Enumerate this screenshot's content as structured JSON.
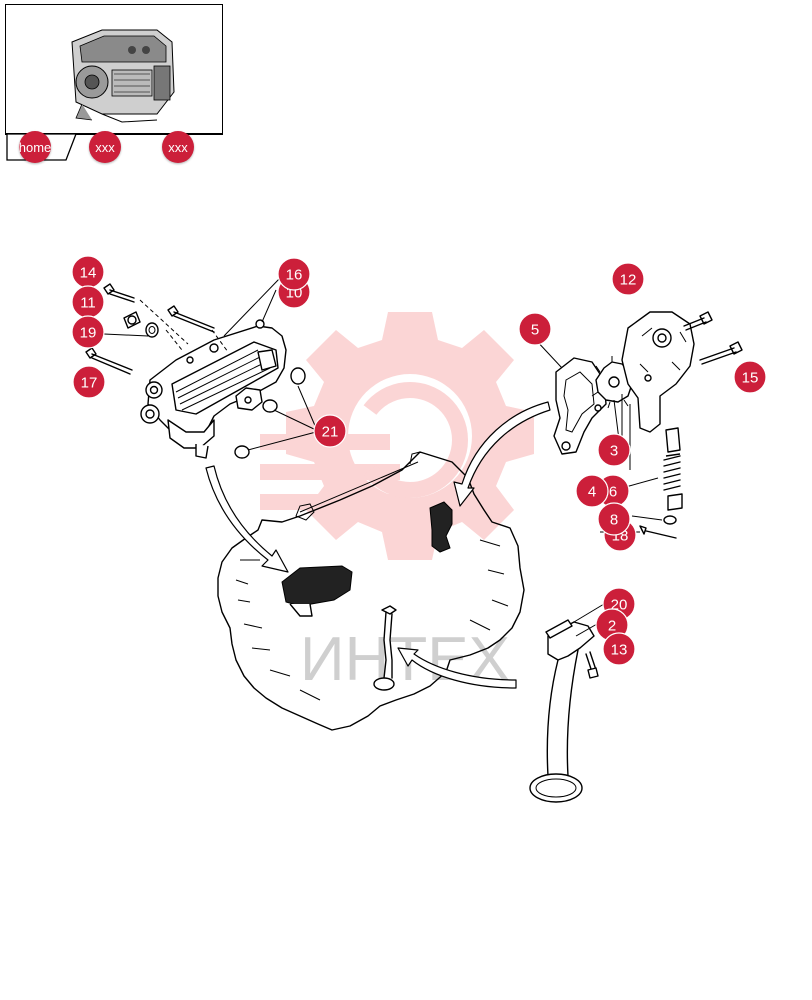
{
  "navigation": {
    "home_label": "home",
    "crumb1_label": "xxx",
    "crumb2_label": "xxx"
  },
  "watermark": {
    "text": "ИНТЕХ",
    "gear_color": "#f26a6a"
  },
  "colors": {
    "callout": "#cc1f3a",
    "callout_text": "#ffffff"
  },
  "callouts": {
    "c14": "14",
    "c11": "11",
    "c19": "19",
    "c17": "17",
    "c16": "16",
    "c10": "10",
    "c21": "21",
    "c5": "5",
    "c12": "12",
    "c15": "15",
    "c3": "3",
    "c4": "4",
    "c6": "6",
    "c8": "8",
    "c18": "18",
    "c20": "20",
    "c2": "2",
    "c13": "13"
  }
}
